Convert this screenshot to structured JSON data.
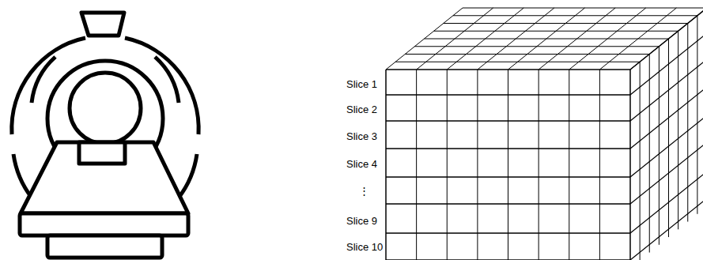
{
  "diagram": {
    "labels": [
      "Slice 1",
      "Slice 2",
      "Slice 3",
      "Slice 4",
      "⋮",
      "Slice 9",
      "Slice 10"
    ]
  }
}
